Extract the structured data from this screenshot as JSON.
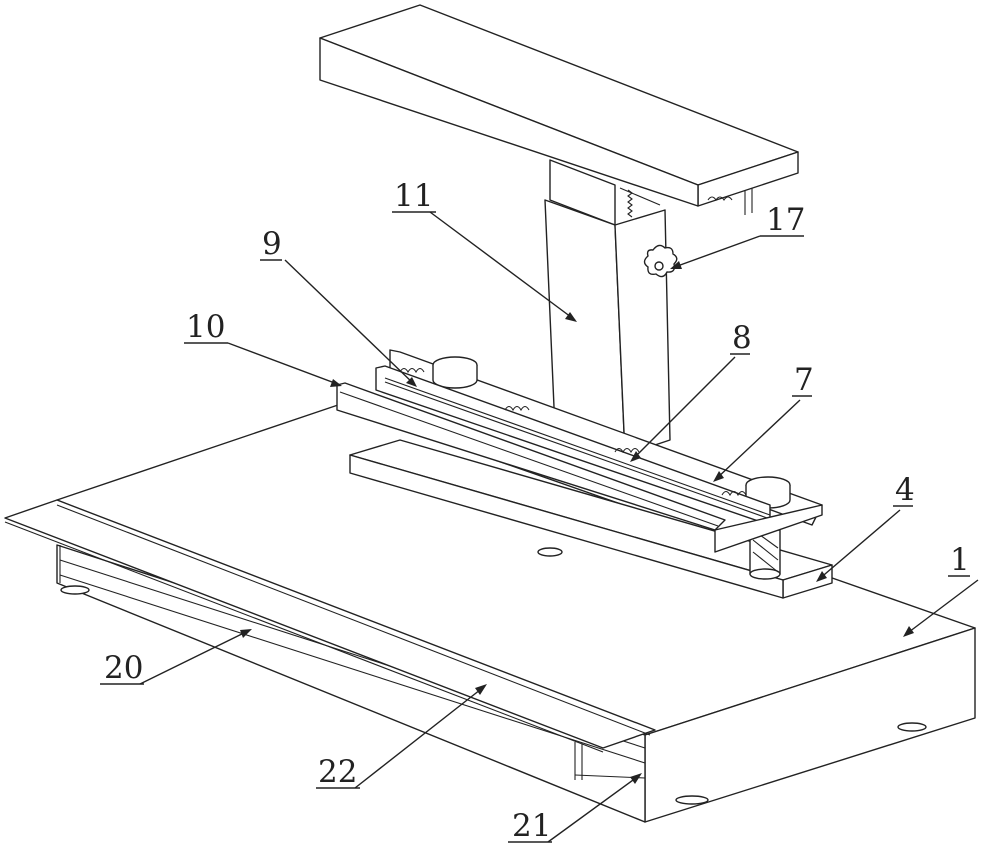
{
  "figure": {
    "callouts": [
      {
        "id": "c1",
        "label": "1"
      },
      {
        "id": "c4",
        "label": "4"
      },
      {
        "id": "c7",
        "label": "7"
      },
      {
        "id": "c8",
        "label": "8"
      },
      {
        "id": "c9",
        "label": "9"
      },
      {
        "id": "c10",
        "label": "10"
      },
      {
        "id": "c11",
        "label": "11"
      },
      {
        "id": "c17",
        "label": "17"
      },
      {
        "id": "c20",
        "label": "20"
      },
      {
        "id": "c21",
        "label": "21"
      },
      {
        "id": "c22",
        "label": "22"
      }
    ]
  }
}
